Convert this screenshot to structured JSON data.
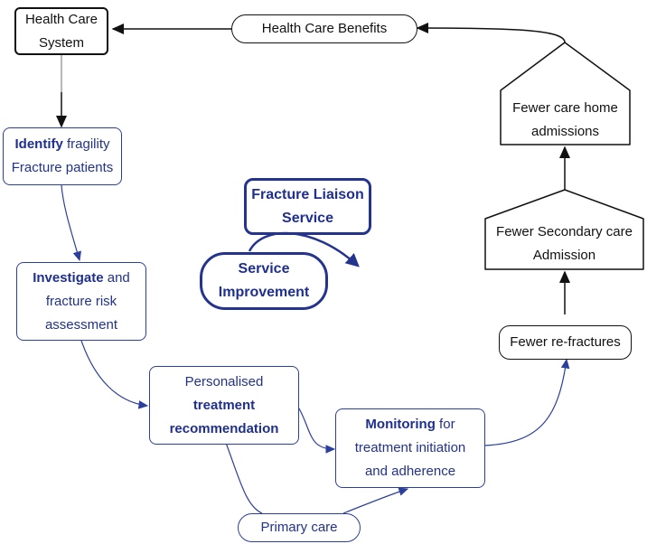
{
  "nodes": {
    "health_care_system": [
      "Health Care",
      "System"
    ],
    "health_care_benefits": "Health Care Benefits",
    "identify": {
      "bold": "Identify",
      "rest": " fragility",
      "line2": "Fracture patients"
    },
    "investigate": {
      "bold": "Investigate",
      "rest": " and",
      "line2": "fracture risk",
      "line3": "assessment"
    },
    "personalised": {
      "line1": "Personalised",
      "bold1": "treatment",
      "bold2": "recommendation"
    },
    "monitoring": {
      "bold": "Monitoring",
      "rest": " for",
      "line2": "treatment initiation",
      "line3": "and adherence"
    },
    "primary_care": "Primary care",
    "fewer_refractures": "Fewer re-fractures",
    "fewer_secondary": [
      "Fewer Secondary care",
      "Admission"
    ],
    "fewer_carehome": [
      "Fewer care home",
      "admissions"
    ],
    "fracture_liaison": [
      "Fracture Liaison",
      "Service"
    ],
    "service_improvement": [
      "Service",
      "Improvement"
    ]
  },
  "colors": {
    "blue": "#2b3f9c",
    "black": "#111111",
    "gray": "#888888"
  }
}
